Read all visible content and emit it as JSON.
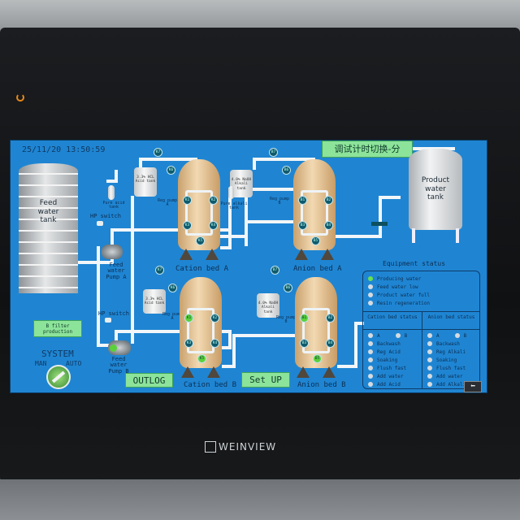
{
  "datetime": "25/11/20 13:50:59",
  "mode_title": "调试计时切换-分",
  "feed_tank": {
    "label": "Feed water tank"
  },
  "product_tank": {
    "label": "Product water tank"
  },
  "hp_switch_a": "HP switch",
  "hp_switch_b": "HP switch",
  "pump_a": "Feed water Pump A",
  "pump_b": "Feed water Pump B",
  "acid_tank_a": "3.3% HCL Acid tank",
  "acid_tank_b": "3.3% HCL Acid tank",
  "alkali_tank_a": "4.0% NaOH Alkali tank",
  "alkali_tank_b": "4.0% NaOH Alkali tank",
  "pure_acid": "Pure acid tank",
  "pure_alkali": "Pure alkali tank",
  "reg_pump_a": "Reg pump A",
  "reg_pump_b": "Reg pump B",
  "reg_pump_c": "Reg pump A",
  "reg_pump_d": "Reg pump B",
  "vessels": [
    {
      "label": "Cation bed A",
      "valves": [
        {
          "id": "K7",
          "on": false
        },
        {
          "id": "K6",
          "on": false
        },
        {
          "id": "K1",
          "on": false
        },
        {
          "id": "K2",
          "on": false
        },
        {
          "id": "K3",
          "on": false
        },
        {
          "id": "K4",
          "on": false
        },
        {
          "id": "K5",
          "on": false
        }
      ]
    },
    {
      "label": "Anion bed A",
      "valves": [
        {
          "id": "B7",
          "on": false
        },
        {
          "id": "B6",
          "on": false
        },
        {
          "id": "B1",
          "on": false
        },
        {
          "id": "B2",
          "on": false
        },
        {
          "id": "B3",
          "on": false
        },
        {
          "id": "B4",
          "on": false
        },
        {
          "id": "B5",
          "on": false
        }
      ]
    },
    {
      "label": "Cation bed B",
      "valves": [
        {
          "id": "K7",
          "on": false
        },
        {
          "id": "K6",
          "on": false
        },
        {
          "id": "K1",
          "on": true
        },
        {
          "id": "K2",
          "on": false
        },
        {
          "id": "K3",
          "on": false
        },
        {
          "id": "K4",
          "on": false
        },
        {
          "id": "K5",
          "on": true
        }
      ]
    },
    {
      "label": "Anion bed B",
      "valves": [
        {
          "id": "B7",
          "on": false
        },
        {
          "id": "B6",
          "on": false
        },
        {
          "id": "B1",
          "on": true
        },
        {
          "id": "B2",
          "on": false
        },
        {
          "id": "B3",
          "on": false
        },
        {
          "id": "B4",
          "on": false
        },
        {
          "id": "B5",
          "on": true
        }
      ]
    }
  ],
  "filter_button": "B filter production",
  "system": {
    "title": "SYSTEM",
    "man": "MAN",
    "auto": "AUTO",
    "mode": "AUTO"
  },
  "buttons": {
    "outlog": "OUTLOG",
    "setup": "Set UP"
  },
  "equipment_status": {
    "title": "Equipment status",
    "general": [
      {
        "label": "Producing water",
        "on": true
      },
      {
        "label": "Feed water low",
        "on": false
      },
      {
        "label": "Product water full",
        "on": false
      },
      {
        "label": "Resin regeneration",
        "on": false
      }
    ],
    "cation": {
      "title": "Cation bed status",
      "a": "A",
      "b": "B",
      "items": [
        "Backwash",
        "Reg Acid",
        "Soaking",
        "Flush fast",
        "Add water",
        "Add Acid"
      ]
    },
    "anion": {
      "title": "Anion bed status",
      "a": "A",
      "b": "B",
      "items": [
        "Backwash",
        "Reg Alkali",
        "Soaking",
        "Flush fast",
        "Add water",
        "Add Alkali"
      ]
    }
  },
  "brand": "WEINVIEW",
  "colors": {
    "screen": "#1f85d2",
    "active": "#5ad13a",
    "button": "#8ce39a"
  }
}
